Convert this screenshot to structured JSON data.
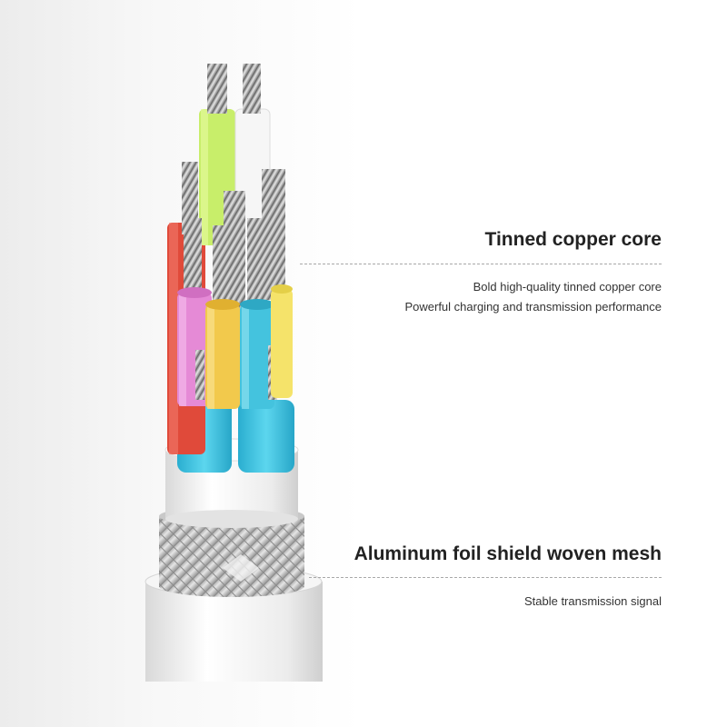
{
  "callouts": {
    "core": {
      "title": "Tinned copper core",
      "lines": [
        "Bold high-quality tinned copper core",
        "Powerful charging and transmission performance"
      ]
    },
    "shield": {
      "title": "Aluminum foil shield woven mesh",
      "lines": [
        "Stable transmission signal"
      ]
    }
  },
  "colors": {
    "background": "#ffffff",
    "dashed_line": "#a8a8a8",
    "title_text": "#222222",
    "body_text": "#333333",
    "wire_lime": "#c8ee6a",
    "wire_white": "#f4f4f4",
    "wire_red": "#e04a3a",
    "wire_pink": "#e58ad6",
    "wire_yellow": "#f2c94c",
    "wire_cyan": "#44c3de",
    "wire_yellow2": "#f5e36a",
    "sleeve_cyan": "#3fc6e2",
    "jacket_white": "#f2f2f2"
  }
}
